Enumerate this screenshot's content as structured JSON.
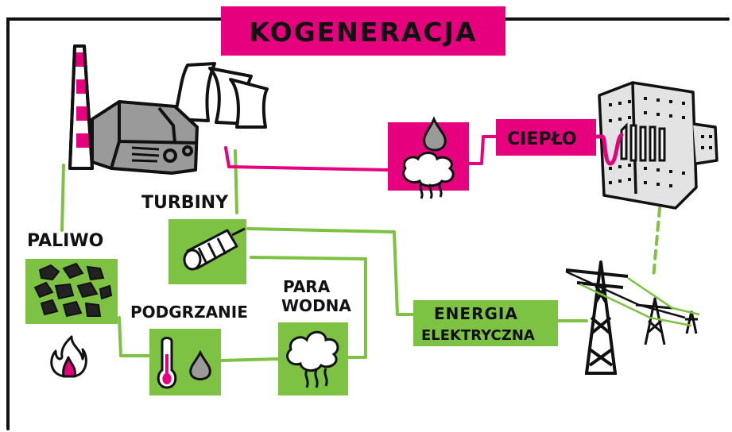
{
  "title": "KOGENERACJA",
  "labels": {
    "paliwo": "PALIWO",
    "turbiny": "TURBINY",
    "podgrzanie": "PODGRZANIE",
    "para_wodna_1": "PARA",
    "para_wodna_2": "WODNA",
    "cieplo": "CIEPŁO",
    "energia_1": "ENERGIA",
    "energia_2": "ELEKTRYCZNA"
  },
  "colors": {
    "magenta": "#E6007E",
    "green": "#7DC242",
    "ink": "#111111",
    "gray": "#9A9A9A",
    "light_gray": "#E3E3E3"
  }
}
